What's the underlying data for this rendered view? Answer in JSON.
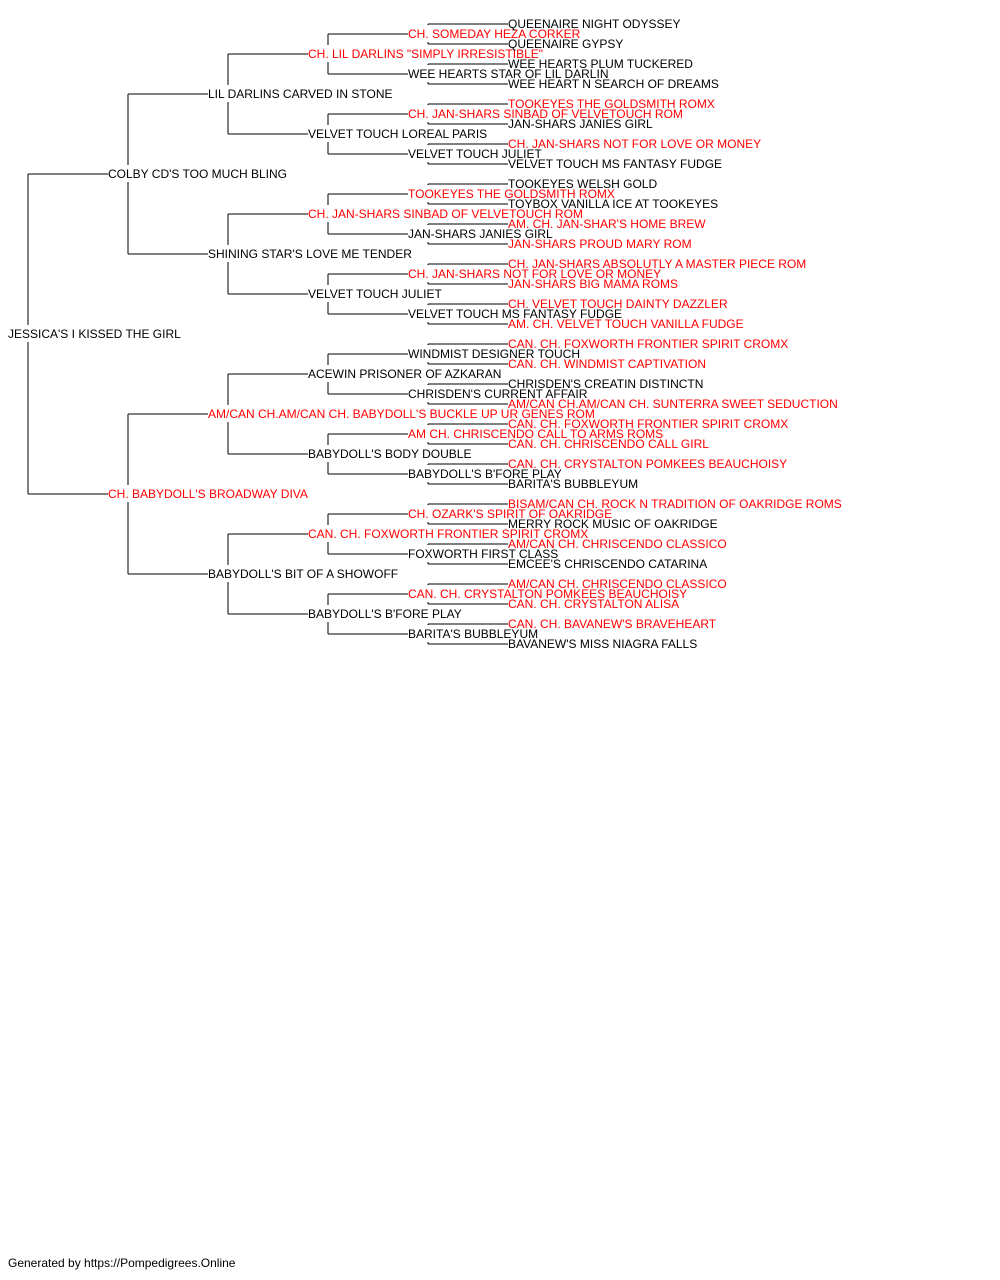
{
  "colors": {
    "titled": "#ff0000",
    "normal": "#000000"
  },
  "pedigree": [
    {
      "name": "JESSICA'S I KISSED THE GIRL",
      "titled": false
    },
    {
      "name": "COLBY CD'S TOO MUCH BLING",
      "titled": false
    },
    {
      "name": "CH. BABYDOLL'S BROADWAY DIVA",
      "titled": true
    },
    {
      "name": "LIL DARLINS CARVED IN STONE",
      "titled": false
    },
    {
      "name": "SHINING STAR'S LOVE ME TENDER",
      "titled": false
    },
    {
      "name": "AM/CAN CH.AM/CAN CH. BABYDOLL'S BUCKLE UP UR GENES ROM",
      "titled": true
    },
    {
      "name": "BABYDOLL'S BIT OF A SHOWOFF",
      "titled": false
    },
    {
      "name": "CH. LIL DARLINS \"SIMPLY IRRESISTIBLE\"",
      "titled": true
    },
    {
      "name": "VELVET TOUCH LOREAL PARIS",
      "titled": false
    },
    {
      "name": "CH. JAN-SHARS SINBAD OF VELVETOUCH ROM",
      "titled": true
    },
    {
      "name": "VELVET TOUCH JULIET",
      "titled": false
    },
    {
      "name": "ACEWIN PRISONER OF AZKARAN",
      "titled": false
    },
    {
      "name": "BABYDOLL'S BODY DOUBLE",
      "titled": false
    },
    {
      "name": "CAN. CH. FOXWORTH FRONTIER SPIRIT CROMX",
      "titled": true
    },
    {
      "name": "BABYDOLL'S B'FORE PLAY",
      "titled": false
    },
    {
      "name": "CH. SOMEDAY HEZA CORKER",
      "titled": true
    },
    {
      "name": "WEE HEARTS STAR OF LIL DARLIN",
      "titled": false
    },
    {
      "name": "CH. JAN-SHARS SINBAD OF VELVETOUCH ROM",
      "titled": true
    },
    {
      "name": "VELVET TOUCH JULIET",
      "titled": false
    },
    {
      "name": "TOOKEYES THE GOLDSMITH ROMX",
      "titled": true
    },
    {
      "name": "JAN-SHARS JANIES GIRL",
      "titled": false
    },
    {
      "name": "CH. JAN-SHARS NOT FOR LOVE OR MONEY",
      "titled": true
    },
    {
      "name": "VELVET TOUCH MS FANTASY FUDGE",
      "titled": false
    },
    {
      "name": "WINDMIST DESIGNER TOUCH",
      "titled": false
    },
    {
      "name": "CHRISDEN'S CURRENT AFFAIR",
      "titled": false
    },
    {
      "name": "AM CH. CHRISCENDO CALL TO ARMS ROMS",
      "titled": true
    },
    {
      "name": "BABYDOLL'S B'FORE PLAY",
      "titled": false
    },
    {
      "name": "CH. OZARK'S SPIRIT OF OAKRIDGE",
      "titled": true
    },
    {
      "name": "FOXWORTH FIRST CLASS",
      "titled": false
    },
    {
      "name": "CAN. CH. CRYSTALTON POMKEES BEAUCHOISY",
      "titled": true
    },
    {
      "name": "BARITA'S BUBBLEYUM",
      "titled": false
    },
    {
      "name": "QUEENAIRE NIGHT ODYSSEY",
      "titled": false
    },
    {
      "name": "QUEENAIRE GYPSY",
      "titled": false
    },
    {
      "name": "WEE HEARTS PLUM TUCKERED",
      "titled": false
    },
    {
      "name": "WEE HEART N SEARCH OF DREAMS",
      "titled": false
    },
    {
      "name": "TOOKEYES THE GOLDSMITH ROMX",
      "titled": true
    },
    {
      "name": "JAN-SHARS JANIES GIRL",
      "titled": false
    },
    {
      "name": "CH. JAN-SHARS NOT FOR LOVE OR MONEY",
      "titled": true
    },
    {
      "name": "VELVET TOUCH MS FANTASY FUDGE",
      "titled": false
    },
    {
      "name": "TOOKEYES WELSH GOLD",
      "titled": false
    },
    {
      "name": "TOYBOX VANILLA ICE AT TOOKEYES",
      "titled": false
    },
    {
      "name": "AM. CH. JAN-SHAR'S HOME BREW",
      "titled": true
    },
    {
      "name": "JAN-SHARS PROUD MARY ROM",
      "titled": true
    },
    {
      "name": "CH. JAN-SHARS ABSOLUTLY A MASTER PIECE ROM",
      "titled": true
    },
    {
      "name": "JAN-SHARS BIG MAMA ROMS",
      "titled": true
    },
    {
      "name": "CH. VELVET TOUCH DAINTY DAZZLER",
      "titled": true
    },
    {
      "name": "AM. CH. VELVET TOUCH VANILLA FUDGE",
      "titled": true
    },
    {
      "name": "CAN. CH. FOXWORTH FRONTIER SPIRIT CROMX",
      "titled": true
    },
    {
      "name": "CAN. CH. WINDMIST CAPTIVATION",
      "titled": true
    },
    {
      "name": "CHRISDEN'S CREATIN DISTINCTN",
      "titled": false
    },
    {
      "name": "AM/CAN CH.AM/CAN CH. SUNTERRA SWEET SEDUCTION",
      "titled": true
    },
    {
      "name": "CAN. CH. FOXWORTH FRONTIER SPIRIT CROMX",
      "titled": true
    },
    {
      "name": "CAN. CH. CHRISCENDO CALL GIRL",
      "titled": true
    },
    {
      "name": "CAN. CH. CRYSTALTON POMKEES BEAUCHOISY",
      "titled": true
    },
    {
      "name": "BARITA'S BUBBLEYUM",
      "titled": false
    },
    {
      "name": "BISAM/CAN CH. ROCK N TRADITION OF OAKRIDGE ROMS",
      "titled": true
    },
    {
      "name": "MERRY ROCK MUSIC OF OAKRIDGE",
      "titled": false
    },
    {
      "name": "AM/CAN CH. CHRISCENDO CLASSICO",
      "titled": true
    },
    {
      "name": "EMCEE'S CHRISCENDO CATARINA",
      "titled": false
    },
    {
      "name": "AM/CAN CH. CHRISCENDO CLASSICO",
      "titled": true
    },
    {
      "name": "CAN. CH. CRYSTALTON ALISA",
      "titled": true
    },
    {
      "name": "CAN. CH. BAVANEW'S BRAVEHEART",
      "titled": true
    },
    {
      "name": "BAVANEW'S MISS NIAGRA FALLS",
      "titled": false
    }
  ],
  "footer": "Generated by https://Pompedigrees.Online"
}
